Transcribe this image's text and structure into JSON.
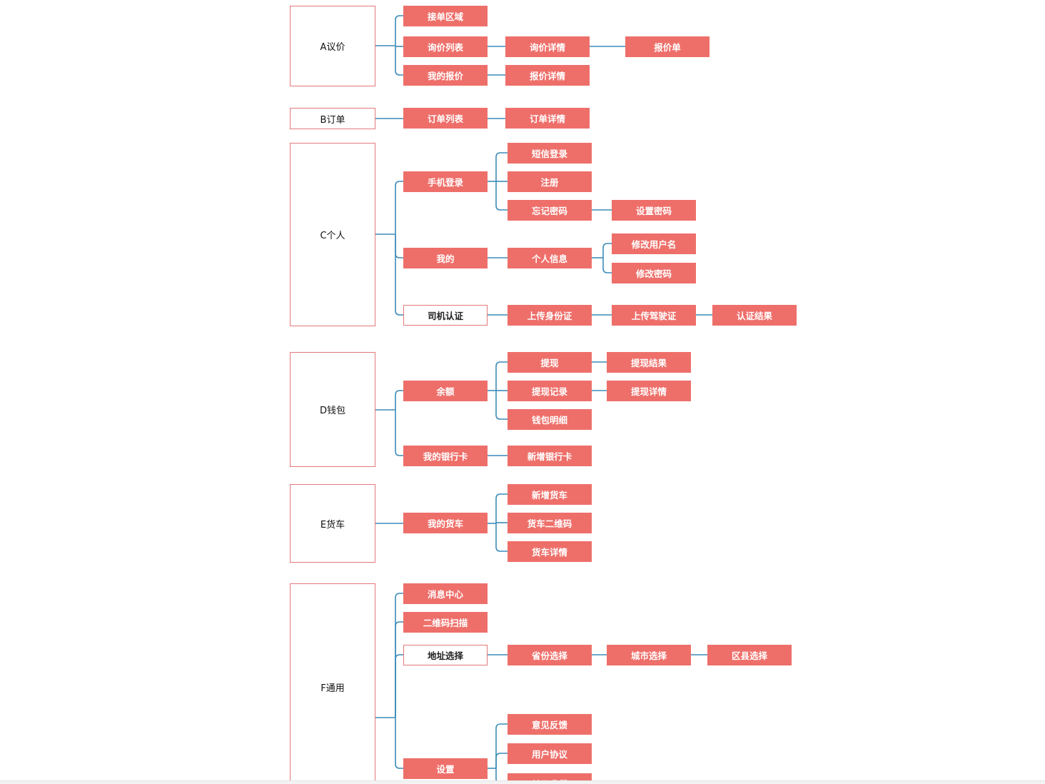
{
  "colors": {
    "fill": "#ee6f6a",
    "border": "#e3787a",
    "connector": "#3d8cb8"
  },
  "sections": {
    "a": "A议价",
    "b": "B订单",
    "c": "C个人",
    "d": "D钱包",
    "e": "E货车",
    "f": "F通用"
  },
  "nodes": {
    "a_area": "接单区域",
    "a_inquiry_list": "询价列表",
    "a_inquiry_detail": "询价详情",
    "a_quote_sheet": "报价单",
    "a_my_quote": "我的报价",
    "a_quote_detail": "报价详情",
    "b_order_list": "订单列表",
    "b_order_detail": "订单详情",
    "c_phone_login": "手机登录",
    "c_sms_login": "短信登录",
    "c_register": "注册",
    "c_forgot_pwd": "忘记密码",
    "c_set_pwd": "设置密码",
    "c_mine": "我的",
    "c_personal_info": "个人信息",
    "c_edit_username": "修改用户名",
    "c_edit_pwd": "修改密码",
    "c_driver_auth": "司机认证",
    "c_upload_id": "上传身份证",
    "c_upload_license": "上传驾驶证",
    "c_auth_result": "认证结果",
    "d_balance": "余额",
    "d_withdraw": "提现",
    "d_withdraw_result": "提现结果",
    "d_withdraw_record": "提现记录",
    "d_withdraw_detail": "提现详情",
    "d_wallet_detail": "钱包明细",
    "d_my_cards": "我的银行卡",
    "d_add_card": "新增银行卡",
    "e_my_truck": "我的货车",
    "e_add_truck": "新增货车",
    "e_truck_qr": "货车二维码",
    "e_truck_detail": "货车详情",
    "f_msg_center": "消息中心",
    "f_qr_scan": "二维码扫描",
    "f_addr_select": "地址选择",
    "f_province": "省份选择",
    "f_city": "城市选择",
    "f_district": "区县选择",
    "f_settings": "设置",
    "f_feedback": "意见反馈",
    "f_user_agreement": "用户协议",
    "f_about_us": "关于我们"
  }
}
